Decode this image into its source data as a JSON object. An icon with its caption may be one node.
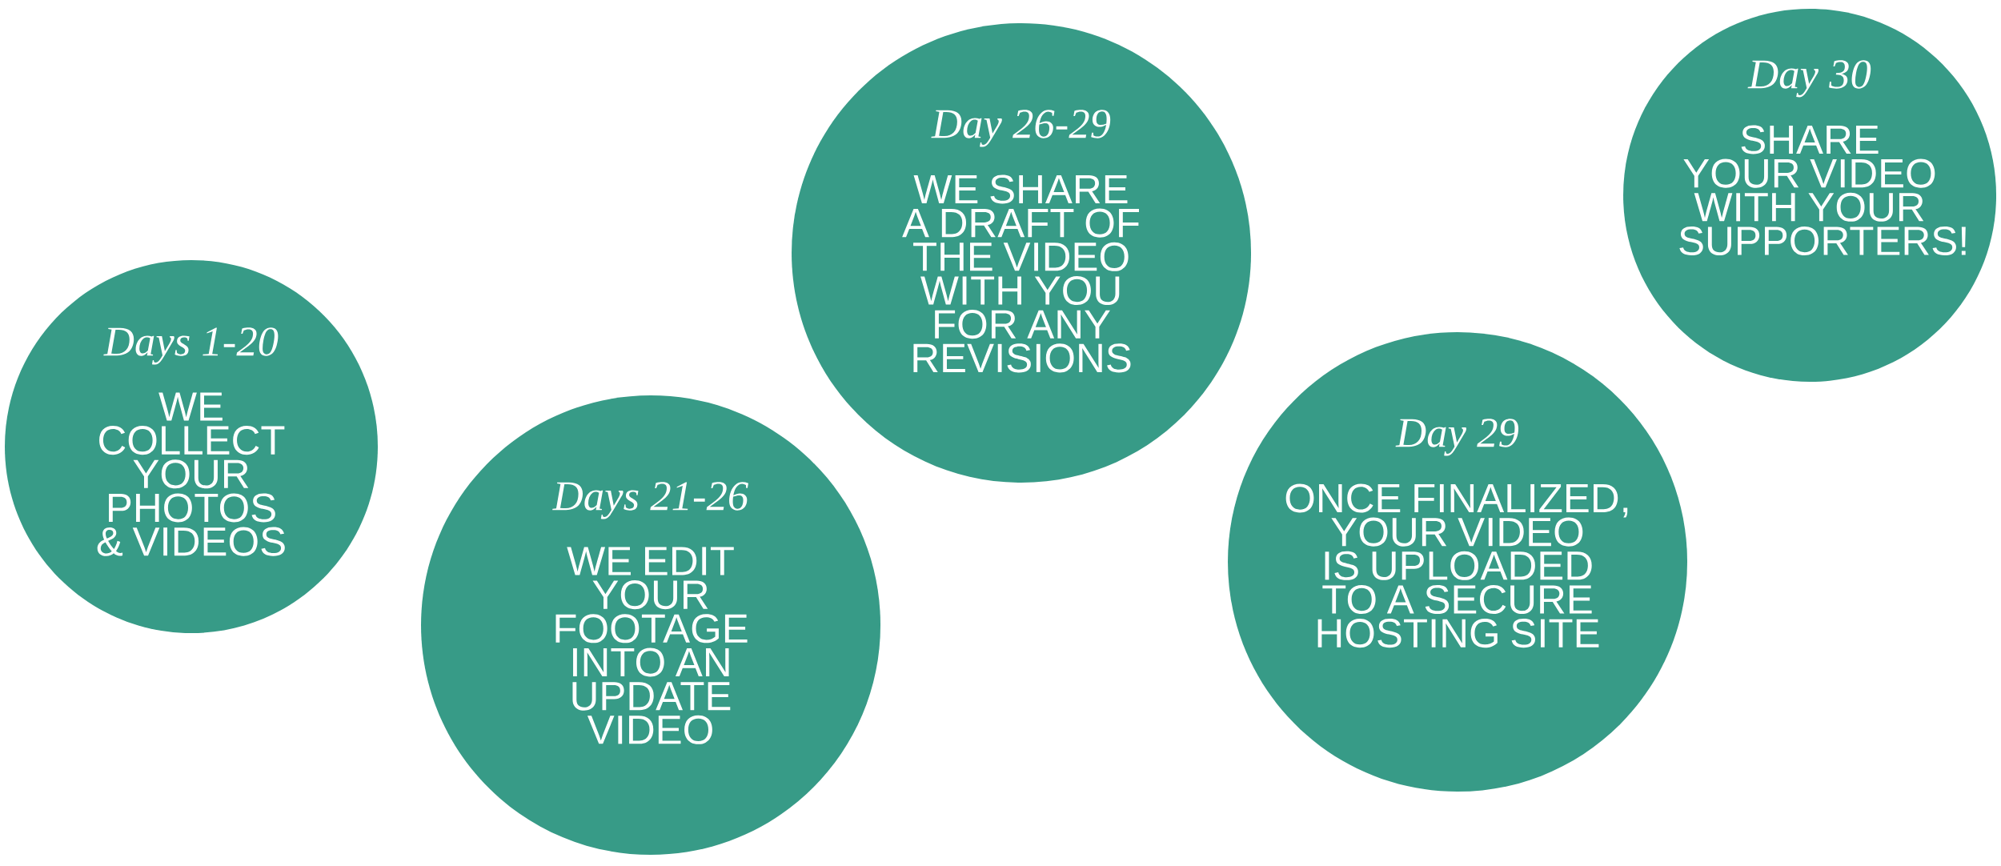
{
  "diagram": {
    "nodes": [
      {
        "text": [
          "Days 1-20",
          "WE COLLECT YOUR PHOTOS & VIDEOS"
        ]
      },
      {
        "text": [
          "Days 21-26",
          "WE EDIT YOUR FOOTAGE INTO AN UPDATE VIDEO"
        ]
      },
      {
        "text": [
          "Day 26-29",
          "WE SHARE A DRAFT OF THE VIDEO WITH YOU FOR ANY REVISIONS"
        ]
      },
      {
        "text": [
          "Day 29",
          "ONCE FINALIZED, YOUR VIDEO IS UPLOADED TO A SECURE HOSTING SITE"
        ]
      },
      {
        "text": [
          "Day 30",
          "SHARE YOUR VIDEO WITH YOUR SUPPORTERS!"
        ]
      }
    ]
  }
}
